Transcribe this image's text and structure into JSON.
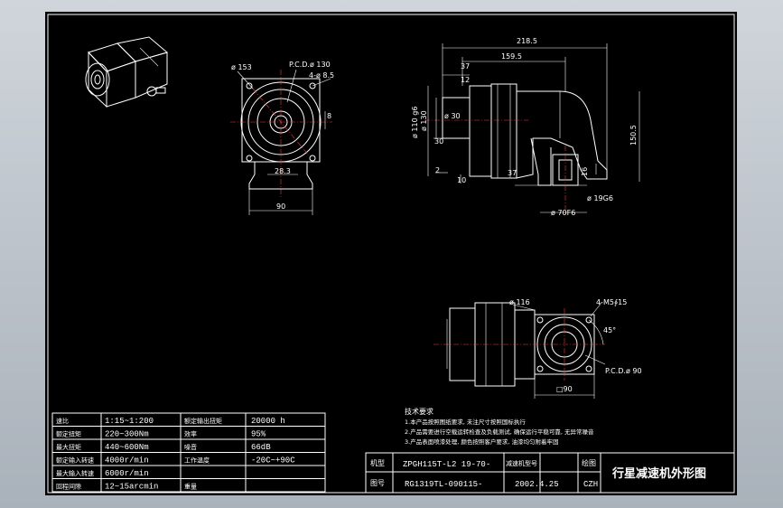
{
  "drawing": {
    "front_view": {
      "dia_outer": "ø 153",
      "pcd": "P.C.D.ø 130",
      "holes": "4-ø 8.5",
      "key_offset": "28.3",
      "foot_width": "90",
      "side_dim": "8"
    },
    "side_view": {
      "overall_length": "218.5",
      "body_length": "159.5",
      "shaft_len": "37",
      "flange_thk": "12",
      "dia_a": "ø 110 g6",
      "dia_b": "ø 130",
      "dia_c": "ø 30",
      "shaft_length2": "30",
      "gap_2": "2",
      "gap_10": "10",
      "gap_37": "37",
      "h_16": "16",
      "height": "150.5",
      "bore": "ø 19G6",
      "pilot": "ø 70F6"
    },
    "bottom_view": {
      "flange_dia": "ø 116",
      "holes": "4-M5∮15",
      "angle": "45°",
      "pcd": "P.C.D.ø 90",
      "square": "□90"
    },
    "notes": {
      "title": "技术要求",
      "lines": [
        "1.本产品按照图纸要求, 未注尺寸按照国标执行",
        "2.产品需要进行空载运转检查及负载测试, 确保运行平稳可靠, 无异常噪音",
        "3.产品表面喷漆处理, 颜色按照客户要求, 油漆均匀附着牢固"
      ]
    }
  },
  "spec_table": {
    "rows": [
      {
        "k1": "速比",
        "v1": "1:15~1:200",
        "k2": "额定输出扭矩",
        "v2": "20000 h"
      },
      {
        "k1": "额定扭矩",
        "v1": "220~300Nm",
        "k2": "效率",
        "v2": "95%"
      },
      {
        "k1": "最大扭矩",
        "v1": "440~600Nm",
        "k2": "噪音",
        "v2": "66dB"
      },
      {
        "k1": "额定输入转速",
        "v1": "4000r/min",
        "k2": "工作温度",
        "v2": "-20C~+90C"
      },
      {
        "k1": "最大输入转速",
        "v1": "6000r/min",
        "k2": "",
        "v2": ""
      },
      {
        "k1": "回程间隙",
        "v1": "12~15arcmin",
        "k2": "重量",
        "v2": ""
      }
    ]
  },
  "title_block": {
    "r1_label": "机型",
    "model": "ZPGH115T-L2 19-70-",
    "r1_tag": "减速机型号",
    "r1_name": "绘图",
    "r2_label": "图号",
    "drawing_no": "RG1319TL-090115-",
    "date": "2002.4.25",
    "drawer": "CZH",
    "title": "行星减速机外形图"
  }
}
